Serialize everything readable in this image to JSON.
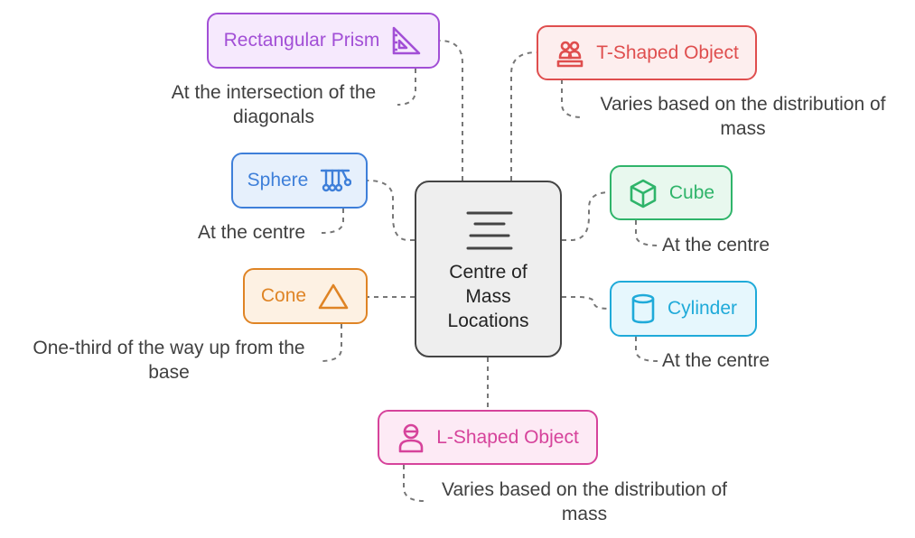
{
  "center": {
    "title": "Centre of\nMass\nLocations",
    "icon": "align-center-lines-icon"
  },
  "items": [
    {
      "label": "Rectangular Prism",
      "icon": "set-square-icon",
      "color": "#a24fd6",
      "bg": "#f6e9fd",
      "desc": "At the intersection of the diagonals"
    },
    {
      "label": "T-Shaped Object",
      "icon": "people-on-platform-icon",
      "color": "#df4e4e",
      "bg": "#fdeeee",
      "desc": "Varies based on the distribution of mass"
    },
    {
      "label": "Sphere",
      "icon": "newtons-cradle-icon",
      "color": "#3e7fd9",
      "bg": "#e6f0fc",
      "desc": "At the centre"
    },
    {
      "label": "Cube",
      "icon": "cube-icon",
      "color": "#2fb46a",
      "bg": "#e8f8ee",
      "desc": "At the centre"
    },
    {
      "label": "Cone",
      "icon": "triangle-icon",
      "color": "#df8425",
      "bg": "#fdf1e3",
      "desc": "One-third of the way up from the base"
    },
    {
      "label": "Cylinder",
      "icon": "cylinder-icon",
      "color": "#1faad9",
      "bg": "#e6f7fd",
      "desc": "At the centre"
    },
    {
      "label": "L-Shaped Object",
      "icon": "person-icon",
      "color": "#d6439b",
      "bg": "#fdeaf5",
      "desc": "Varies based on the distribution of mass"
    }
  ]
}
